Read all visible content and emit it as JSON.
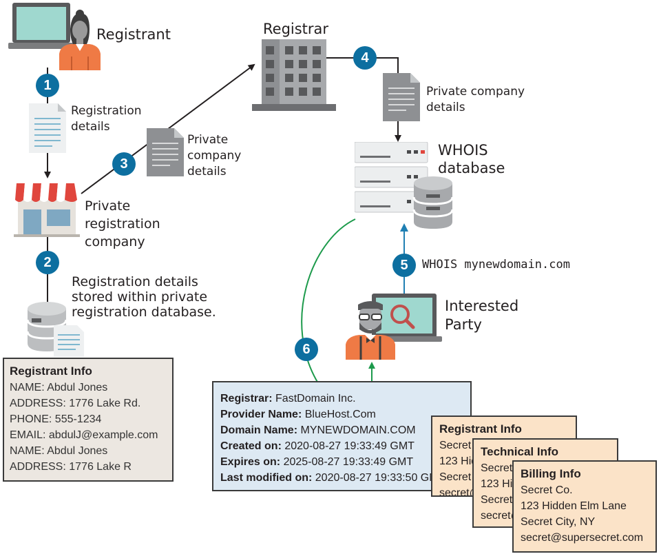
{
  "labels": {
    "registrant": "Registrant",
    "registrar": "Registrar",
    "registration_details": [
      "Registration",
      "details"
    ],
    "private_company_details_3": [
      "Private",
      "company",
      "details"
    ],
    "private_company_details_4": [
      "Private company",
      "details"
    ],
    "whois_database": [
      "WHOIS",
      "database"
    ],
    "private_registration_company": [
      "Private",
      "registration",
      "company"
    ],
    "stored_details": [
      "Registration details",
      "stored within private",
      "registration database."
    ],
    "whois_command": "WHOIS mynewdomain.com",
    "interested_party": [
      "Interested",
      "Party"
    ]
  },
  "steps": [
    "1",
    "2",
    "3",
    "4",
    "5",
    "6"
  ],
  "registrant_info": {
    "title": "Registrant Info",
    "lines": [
      "NAME: Abdul Jones",
      "ADDRESS: 1776 Lake Rd.",
      "PHONE: 555-1234",
      "EMAIL: abdulJ@example.com",
      "NAME: Abdul Jones",
      "ADDRESS: 1776 Lake R"
    ]
  },
  "whois_record": [
    {
      "key": "Registrar:",
      "value": "FastDomain Inc."
    },
    {
      "key": "Provider Name:",
      "value": "BlueHost.Com"
    },
    {
      "key": "Domain Name:",
      "value": "MYNEWDOMAIN.COM"
    },
    {
      "key": "Created on:",
      "value": "2020-08-27 19:33:49 GMT"
    },
    {
      "key": "Expires on:",
      "value": "2025-08-27 19:33:49 GMT"
    },
    {
      "key": "Last modified on:",
      "value": "2020-08-27 19:33:50 GMT"
    }
  ],
  "contact_cards": {
    "registrant": {
      "title": "Registrant Info",
      "lines": [
        "Secret Co.",
        "123 Hidden Elm Lane",
        "Secret City, NY",
        "secret@supersecret.com"
      ]
    },
    "technical": {
      "title": "Technical Info",
      "lines": [
        "Secret Co.",
        "123 Hidden Elm Lane",
        "Secret City, NY",
        "secret@supersecret.com"
      ]
    },
    "billing": {
      "title": "Billing Info",
      "lines": [
        "Secret Co.",
        "123 Hidden Elm Lane",
        "Secret City, NY",
        "secret@supersecret.com"
      ]
    }
  },
  "colors": {
    "step_circle": "#0d6fa0",
    "green_arrow": "#1c9a4b",
    "blue_arrow": "#1f7fb3",
    "awning_red": "#e0463d",
    "person_orange": "#ef7a45",
    "screen": "#9fd8cf",
    "registrant_card": "#ece7e1",
    "whois_card": "#dde9f3",
    "contact_card": "#fbe3c8"
  }
}
